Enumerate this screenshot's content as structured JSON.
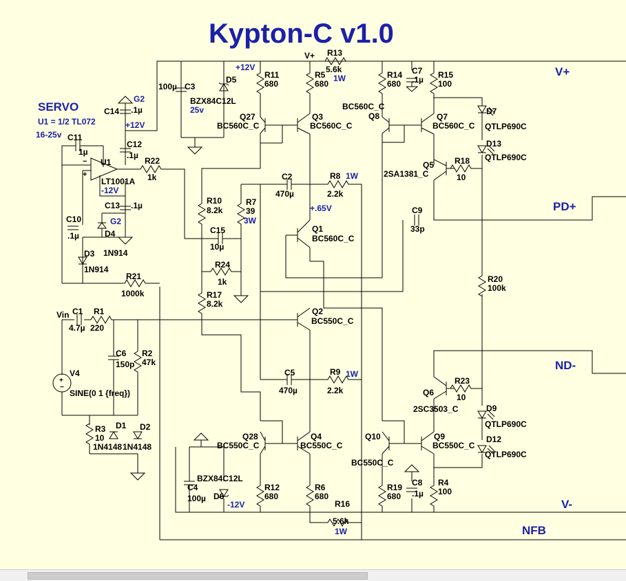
{
  "title": "Kypton-C v1.0",
  "servo": {
    "heading": "SERVO",
    "note": "U1 = 1/2 TL072",
    "supply": "16-25v"
  },
  "ports": {
    "vplus": "V+",
    "pdplus": "PD+",
    "ndminus": "ND-",
    "vminus": "V-",
    "nfb": "NFB"
  },
  "rail_labels": {
    "p12_a": "+12V",
    "p12_b": "+12V",
    "m12_a": "-12V",
    "m12_b": "-12V",
    "g2_a": "G2",
    "g2_b": "G2",
    "vin": "Vin",
    "vplus_net": "V+",
    "v65": "+.65V",
    "v25": "25v"
  },
  "source": {
    "name": "V4",
    "value": "SINE(0 1 {freq})"
  },
  "opamp": {
    "name": "U1",
    "value": "LT1001A"
  },
  "resistors": {
    "R1": {
      "name": "R1",
      "value": "220"
    },
    "R2": {
      "name": "R2",
      "value": "47k"
    },
    "R3": {
      "name": "R3",
      "value": "10"
    },
    "R4": {
      "name": "R4",
      "value": "100"
    },
    "R5": {
      "name": "R5",
      "value": "680"
    },
    "R6": {
      "name": "R6",
      "value": "680"
    },
    "R7": {
      "name": "R7",
      "value": "39",
      "power": "3W"
    },
    "R8": {
      "name": "R8",
      "value": "2.2k",
      "power": "1W"
    },
    "R9": {
      "name": "R9",
      "value": "2.2k",
      "power": "1W"
    },
    "R10": {
      "name": "R10",
      "value": "8.2k"
    },
    "R11": {
      "name": "R11",
      "value": "680"
    },
    "R12": {
      "name": "R12",
      "value": "680"
    },
    "R13": {
      "name": "R13",
      "value": "5.6k",
      "power": "1W"
    },
    "R14": {
      "name": "R14",
      "value": "680"
    },
    "R15": {
      "name": "R15",
      "value": "100"
    },
    "R16": {
      "name": "R16",
      "value": "5.6k",
      "power": "1W"
    },
    "R17": {
      "name": "R17",
      "value": "8.2k"
    },
    "R18": {
      "name": "R18",
      "value": "10"
    },
    "R19": {
      "name": "R19",
      "value": "680"
    },
    "R20": {
      "name": "R20",
      "value": "100k"
    },
    "R21": {
      "name": "R21",
      "value": "1000k"
    },
    "R22": {
      "name": "R22",
      "value": "1k"
    },
    "R23": {
      "name": "R23",
      "value": "10"
    },
    "R24": {
      "name": "R24",
      "value": "1k"
    }
  },
  "capacitors": {
    "C1": {
      "name": "C1",
      "value": "4.7µ"
    },
    "C2": {
      "name": "C2",
      "value": "470µ"
    },
    "C3": {
      "name": "C3",
      "value": "100µ"
    },
    "C4": {
      "name": "C4",
      "value": "100µ"
    },
    "C5": {
      "name": "C5",
      "value": "470µ"
    },
    "C6": {
      "name": "C6",
      "value": "150p"
    },
    "C7": {
      "name": "C7",
      "value": ".1µ"
    },
    "C8": {
      "name": "C8",
      "value": ".1µ"
    },
    "C9": {
      "name": "C9",
      "value": "33p"
    },
    "C10": {
      "name": "C10",
      "value": ".1µ"
    },
    "C11": {
      "name": "C11",
      "value": "1µ"
    },
    "C12": {
      "name": "C12",
      "value": ".1µ"
    },
    "C13": {
      "name": "C13",
      "value": ".1µ"
    },
    "C14": {
      "name": "C14",
      "value": ".1µ"
    },
    "C15": {
      "name": "C15",
      "value": "10µ"
    }
  },
  "diodes": {
    "D1": {
      "name": "D1",
      "value": "1N4148"
    },
    "D2": {
      "name": "D2",
      "value": "1N4148"
    },
    "D3": {
      "name": "D3",
      "value": "1N914"
    },
    "D4": {
      "name": "D4",
      "value": "1N914"
    },
    "D5": {
      "name": "D5",
      "value": "BZX84C12L"
    },
    "D6": {
      "name": "D6",
      "value": "BZX84C12L"
    },
    "D7": {
      "name": "D7",
      "value": "QTLP690C"
    },
    "D9": {
      "name": "D9",
      "value": "QTLP690C"
    },
    "D12": {
      "name": "D12",
      "value": "QTLP690C"
    },
    "D13": {
      "name": "D13",
      "value": "QTLP690C"
    }
  },
  "transistors": {
    "Q1": {
      "name": "Q1",
      "value": "BC560C_C"
    },
    "Q2": {
      "name": "Q2",
      "value": "BC550C_C"
    },
    "Q3": {
      "name": "Q3",
      "value": "BC560C_C"
    },
    "Q4": {
      "name": "Q4",
      "value": "BC550C_C"
    },
    "Q5": {
      "name": "Q5",
      "value": "2SA1381_C"
    },
    "Q6": {
      "name": "Q6",
      "value": "2SC3503_C"
    },
    "Q7": {
      "name": "Q7",
      "value": "BC560C_C"
    },
    "Q8": {
      "name": "Q8",
      "value": "BC560C_C"
    },
    "Q9": {
      "name": "Q9",
      "value": "BC550C_C"
    },
    "Q10": {
      "name": "Q10",
      "value": "BC550C_C"
    },
    "Q27": {
      "name": "Q27",
      "value": "BC560C_C"
    },
    "Q28": {
      "name": "Q28",
      "value": "BC550C_C"
    }
  }
}
